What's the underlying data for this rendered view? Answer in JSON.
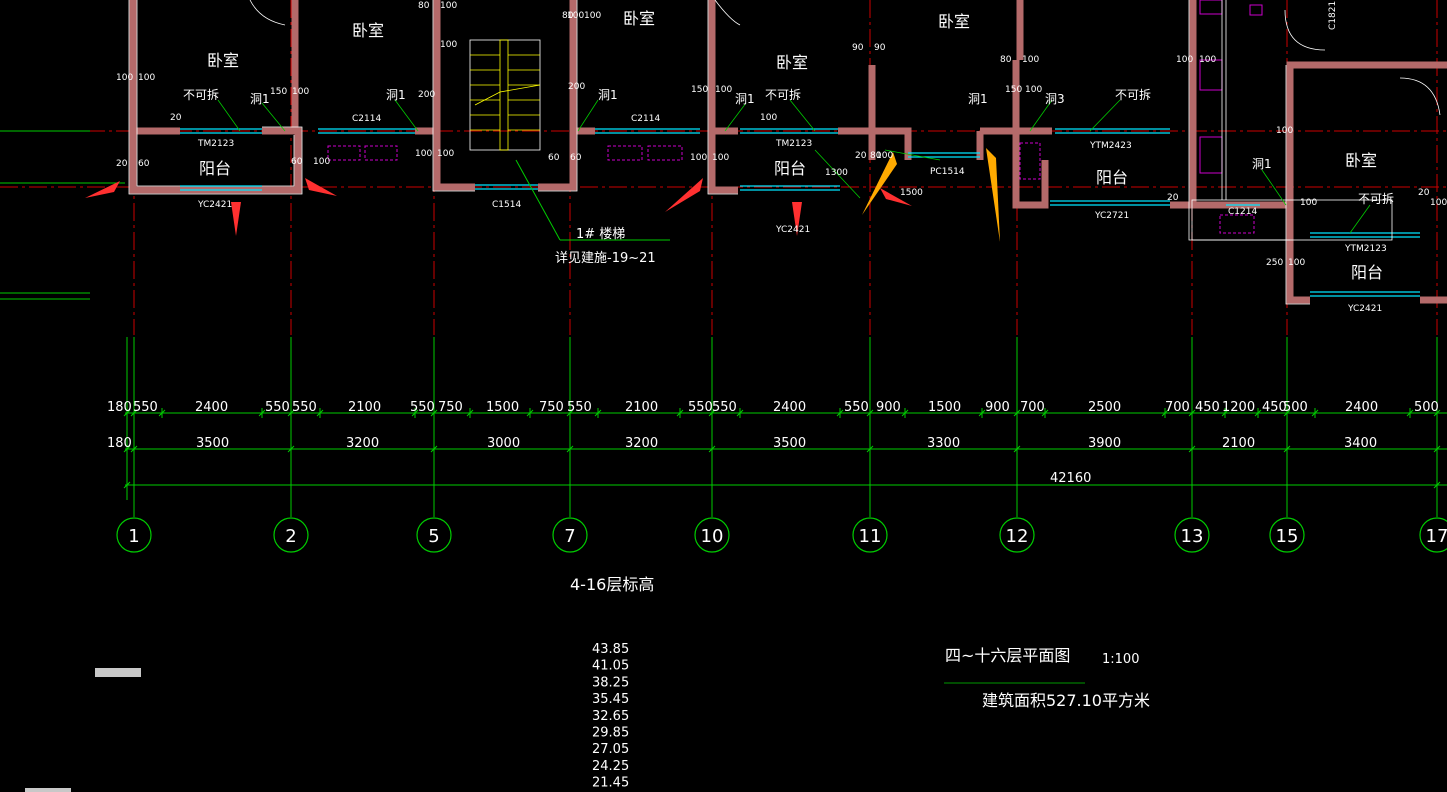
{
  "colors": {
    "background": "#000000",
    "axis_line": "#cc0000",
    "dim_line": "#00cc00",
    "wall": "#b46a6a",
    "window": "#00e5ff",
    "text": "#ffffff",
    "marker_red": "#ff3030",
    "marker_orange": "#ffaa00",
    "furniture": "#cc00cc"
  },
  "rooms": {
    "bedroom": "卧室",
    "balcony": "阳台",
    "not_demolish": "不可拆",
    "hole1": "洞1",
    "hole3": "洞3"
  },
  "stair_note": {
    "name": "1# 楼梯",
    "ref": "详见建施-19~21"
  },
  "window_tags": [
    "TM2123",
    "C2114",
    "C2114",
    "TM2123",
    "YTM2423",
    "YTM2123",
    "YC2421",
    "C1514",
    "YC2421",
    "PC1514",
    "YC2721",
    "C1214",
    "YC2421",
    "C1821"
  ],
  "small_dims": [
    "100",
    "100",
    "150",
    "100",
    "200",
    "80",
    "100",
    "100",
    "80",
    "100",
    "200",
    "100",
    "150",
    "90",
    "90",
    "80",
    "100",
    "150",
    "100",
    "100",
    "100",
    "100",
    "20",
    "60",
    "60",
    "100",
    "100",
    "100",
    "60",
    "60",
    "100",
    "100",
    "20",
    "100",
    "1500",
    "1300",
    "20",
    "100",
    "250",
    "100",
    "100",
    "100",
    "20",
    "100",
    "20",
    "80"
  ],
  "dim_row1": [
    "180",
    "550",
    "2400",
    "550",
    "550",
    "2100",
    "550",
    "750",
    "1500",
    "750",
    "550",
    "2100",
    "550",
    "550",
    "2400",
    "550",
    "900",
    "1500",
    "900",
    "700",
    "2500",
    "700",
    "450",
    "1200",
    "450",
    "500",
    "2400",
    "500"
  ],
  "dim_row2": [
    "180",
    "3500",
    "3200",
    "3000",
    "3200",
    "3500",
    "3300",
    "3900",
    "2100",
    "3400"
  ],
  "dim_total": "42160",
  "axes": [
    "1",
    "2",
    "5",
    "7",
    "10",
    "11",
    "12",
    "13",
    "15",
    "17"
  ],
  "level_title": "4-16层标高",
  "elevations": [
    "43.85",
    "41.05",
    "38.25",
    "35.45",
    "32.65",
    "29.85",
    "27.05",
    "24.25",
    "21.45"
  ],
  "plan_title": "四~十六层平面图",
  "scale": "1:100",
  "area_note": "建筑面积527.10平方米"
}
